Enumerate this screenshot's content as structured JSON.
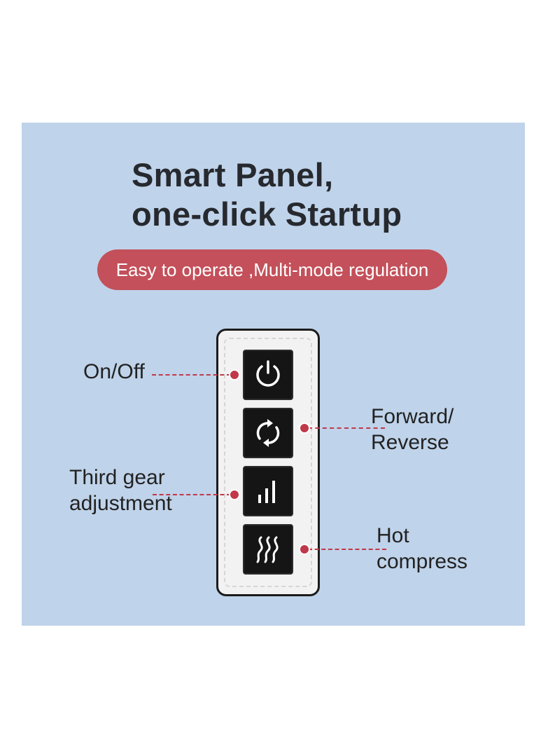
{
  "headline": {
    "line1": "Smart Panel,",
    "line2": "one-click Startup"
  },
  "tagline": "Easy to operate ,Multi-mode regulation",
  "controls": [
    {
      "label": "On/Off",
      "icon": "power-icon"
    },
    {
      "label_line1": "Forward/",
      "label_line2": "Reverse",
      "icon": "rotate-arrows-icon"
    },
    {
      "label_line1": "Third gear",
      "label_line2": "adjustment",
      "icon": "signal-bars-icon"
    },
    {
      "label_line1": "Hot",
      "label_line2": "compress",
      "icon": "heat-waves-icon"
    }
  ],
  "colors": {
    "background": "#bfd3ea",
    "accent": "#c3505a",
    "leader": "#c0394a",
    "button": "#151515"
  }
}
